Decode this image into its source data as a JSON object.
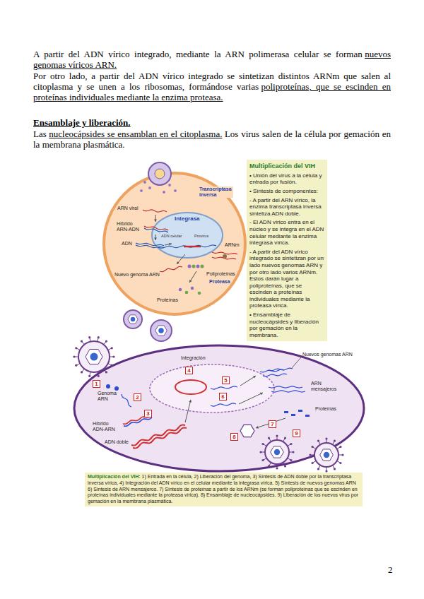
{
  "diagram": {
    "nodes": [
      {
        "text": [
          "Multiplicación del VIH",
          "• Unión del virus a la célula y entrada por fusión.",
          "• Síntesis de componentes:",
          "- A partir del ARN vírico, la enzima transcriptasa inversa sintetiza ADN doble.",
          "- El ADN vírico entra en el núcleo y se integra en el ADN celular mediante la enzima integrasa vírica.",
          "- A partir del ADN vírico integrado se sintetizan por un lado nuevos genomas ARN y por otro lado varios ARNm. Estos darán lugar a poliproteínas, que se escinden a proteínas individuales mediante la proteasa vírica.",
          "• Ensamblaje de nucleocápsides y liberación por gemación en la membrana."
        ]
      },
      {
        "text": [
          "1"
        ]
      },
      {
        "text": [
          "2"
        ]
      },
      {
        "text": [
          "3"
        ]
      },
      {
        "text": [
          "4"
        ]
      },
      {
        "text": [
          "5"
        ]
      },
      {
        "text": [
          "6"
        ]
      },
      {
        "text": [
          "7"
        ]
      },
      {
        "text": [
          "8"
        ]
      },
      {
        "text": [
          "9"
        ]
      },
      {
        "text": [
          "Multiplicación del VIH:",
          "1) Entrada en la célula, 2) Liberación del genoma, 3) Síntesis de ADN doble por la transcriptasa inversa vírica, 4) Integración del ADN vírico en el celular mediante la integrasa vírica. 5) Síntesis de nuevos genomas ARN 6) Síntesis de ARN mensajeros. 7) Síntesis de proteínas a partir de los ARNm (se forman poliproteínas que se escinden en proteínas individuales mediante la proteasa vírica). 8) Ensamblaje de nucleocápsides. 9) Liberación de los nuevos virus por gemación en la membrana plasmática."
        ]
      }
    ],
    "labels": [
      "A partir del ADN vírico integrado, mediante la ARN polimerasa celular se forman",
      "nuevos genomas víricos ARN.",
      "Por otro lado, a partir del ADN vírico integrado se sintetizan distintos ARNm que salen al citoplasma y se unen a los ribosomas, formándose varias",
      "poliproteínas, que se escinden en proteínas individuales mediante la enzima proteasa.",
      "Ensamblaje y liberación.",
      "Las",
      "nucleocápsides se ensamblan en el citoplasma.",
      "Los virus salen de la célula por gemación en la membrana plasmática.",
      "ARN viral",
      "Transcriptasa inversa",
      "Híbrido ARN-ADN",
      "ADN",
      "Integrasa",
      "Provirus",
      "ADN celular",
      "ARNm",
      "Nuevo genoma ARN",
      "Poliproteínas",
      "Proteasa",
      "Proteínas",
      "Integración",
      "Nuevos genomas ARN",
      "Genoma ARN",
      "Híbrido ADN-ARN",
      "ADN doble",
      "ARN mensajeros",
      "Proteínas",
      "2"
    ]
  }
}
